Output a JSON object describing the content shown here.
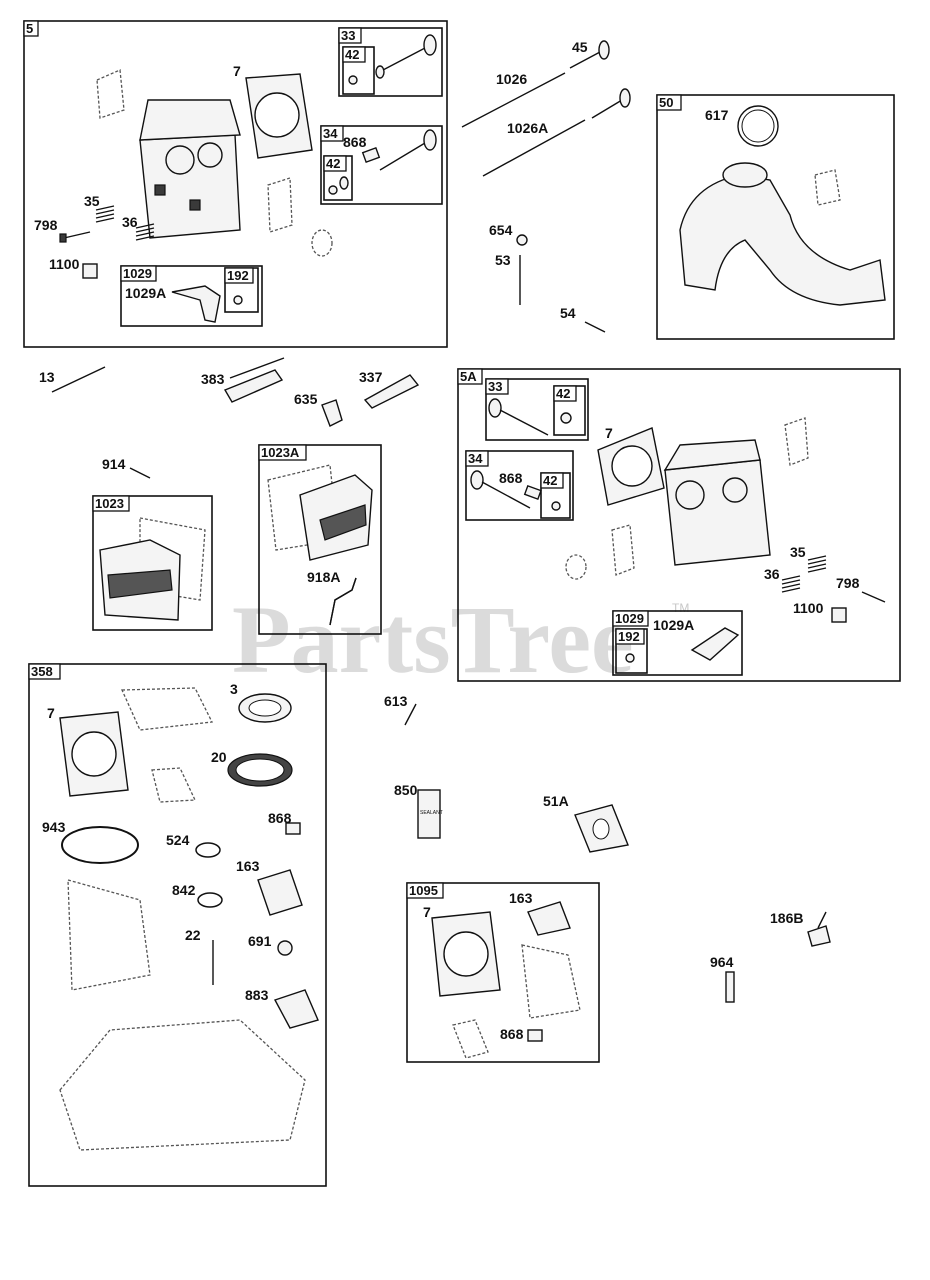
{
  "watermark": {
    "text": "PartsTree",
    "trademark": "TM"
  },
  "groups": {
    "g5": "5",
    "g33": "33",
    "g42": "42",
    "g34": "34",
    "g1029": "1029",
    "g192": "192",
    "g50": "50",
    "g5A": "5A",
    "g1023": "1023",
    "g1023A": "1023A",
    "g358": "358",
    "g1095": "1095"
  },
  "labels": {
    "l7": "7",
    "l868": "868",
    "l35": "35",
    "l36": "36",
    "l798": "798",
    "l1100": "1100",
    "l1029A": "1029A",
    "l45": "45",
    "l1026": "1026",
    "l1026A": "1026A",
    "l617": "617",
    "l654": "654",
    "l53": "53",
    "l54": "54",
    "l13": "13",
    "l383": "383",
    "l337": "337",
    "l635": "635",
    "l914": "914",
    "l918A": "918A",
    "l3": "3",
    "l20": "20",
    "l943": "943",
    "l524": "524",
    "l163": "163",
    "l842": "842",
    "l22": "22",
    "l691": "691",
    "l883": "883",
    "l613": "613",
    "l850": "850",
    "l51A": "51A",
    "l186B": "186B",
    "l964": "964"
  },
  "sealant_tube_text": "SEALANT"
}
